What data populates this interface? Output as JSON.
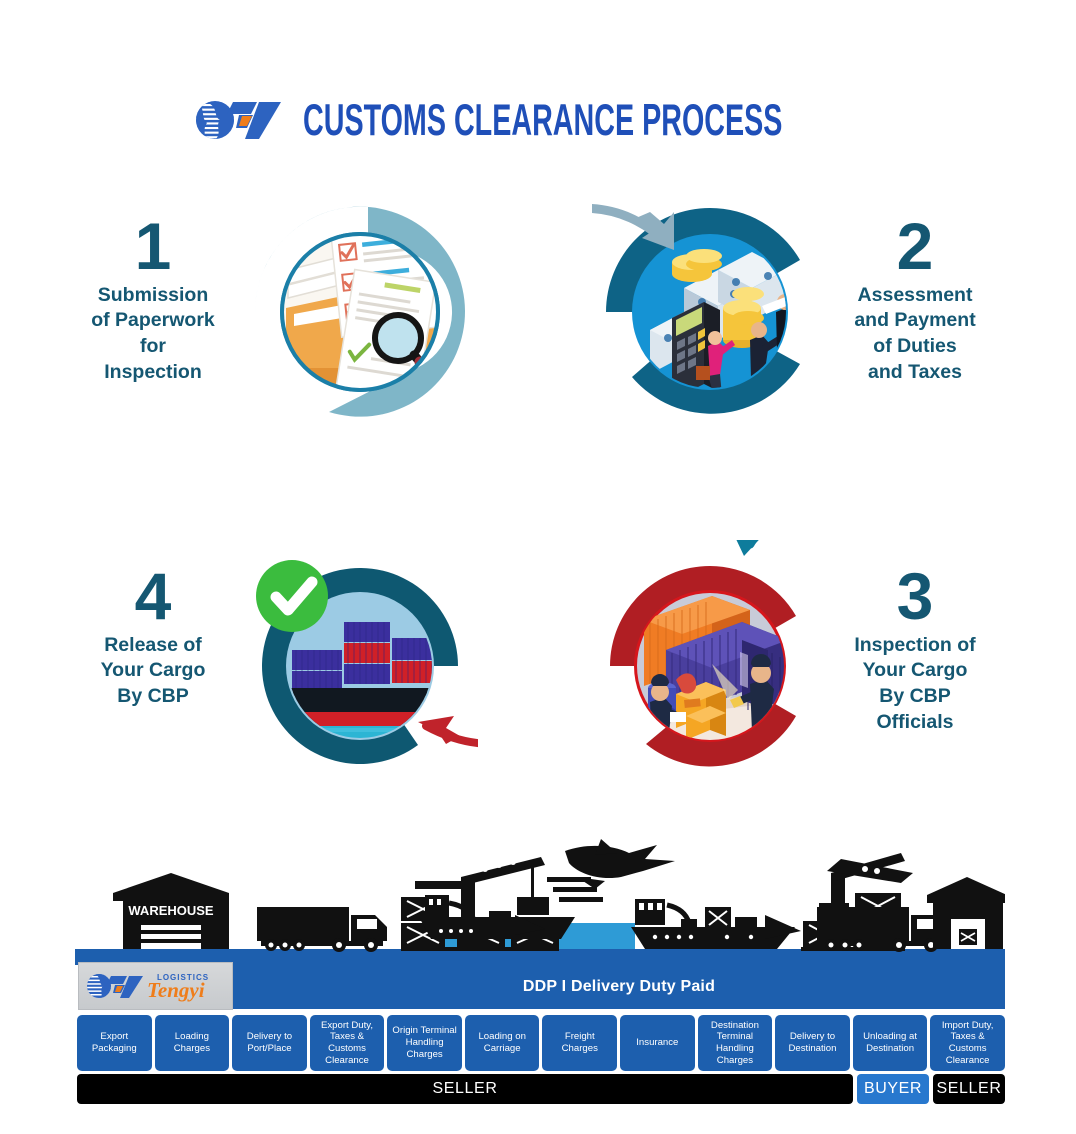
{
  "header": {
    "title": "CUSTOMS CLEARANCE PROCESS",
    "logo_alt": "BTY globe logo",
    "title_color": "#1F4FB8"
  },
  "steps": [
    {
      "number": "1",
      "title": "Submission of Paperwork for Inspection",
      "title_lines": [
        "Submission",
        "of Paperwork",
        "for",
        "Inspection"
      ],
      "ring_color": "#7FB6C8",
      "disc_color": "#1B7FA8",
      "art": "documents-checklist-magnifier"
    },
    {
      "number": "2",
      "title": "Assessment and Payment of Duties and Taxes",
      "title_lines": [
        "Assessment",
        "and Payment",
        "of Duties",
        "and Taxes"
      ],
      "ring_color": "#0E6386",
      "disc_color": "#1593D4",
      "art": "money-calculator-officials"
    },
    {
      "number": "3",
      "title": "Inspection of Your Cargo By CBP Officials",
      "title_lines": [
        "Inspection of",
        "Your Cargo",
        "By CBP",
        "Officials"
      ],
      "ring_color": "#B01E23",
      "disc_color": "#C8CBD8",
      "art": "container-inspection-officers"
    },
    {
      "number": "4",
      "title": "Release of Your Cargo By CBP",
      "title_lines": [
        "Release of",
        "Your Cargo",
        "By CBP"
      ],
      "ring_color": "#0E5871",
      "disc_color": "#9CCBE4",
      "art": "cargo-ship-approved",
      "badge": "green-check"
    }
  ],
  "step_text_color": "#155772",
  "incoterm": {
    "logo_text_top": "LOGISTICS",
    "logo_text_main": "Tengyi",
    "banner": "DDP I Delivery Duty Paid",
    "banner_color": "#1D5FAE",
    "cells": [
      "Export Packaging",
      "Loading Charges",
      "Delivery to Port/Place",
      "Export Duty, Taxes & Customs Clearance",
      "Origin Terminal Handling Charges",
      "Loading on Carriage",
      "Freight Charges",
      "Insurance",
      "Destination Terminal Handling Charges",
      "Delivery to Destination",
      "Unloading at Destination",
      "Import Duty, Taxes & Customs Clearance"
    ],
    "responsibility": [
      {
        "label": "SELLER",
        "kind": "seller-long"
      },
      {
        "label": "BUYER",
        "kind": "buyer"
      },
      {
        "label": "SELLER",
        "kind": "seller-end"
      }
    ]
  },
  "silhouette": {
    "warehouse_label": "WAREHOUSE",
    "items": [
      "warehouse",
      "truck",
      "containers",
      "crane",
      "tugboat",
      "airplane",
      "cargo-ship",
      "crane",
      "truck",
      "warehouse"
    ],
    "water_color": "#2E9BD6",
    "ground_color": "#1D5FAE"
  }
}
